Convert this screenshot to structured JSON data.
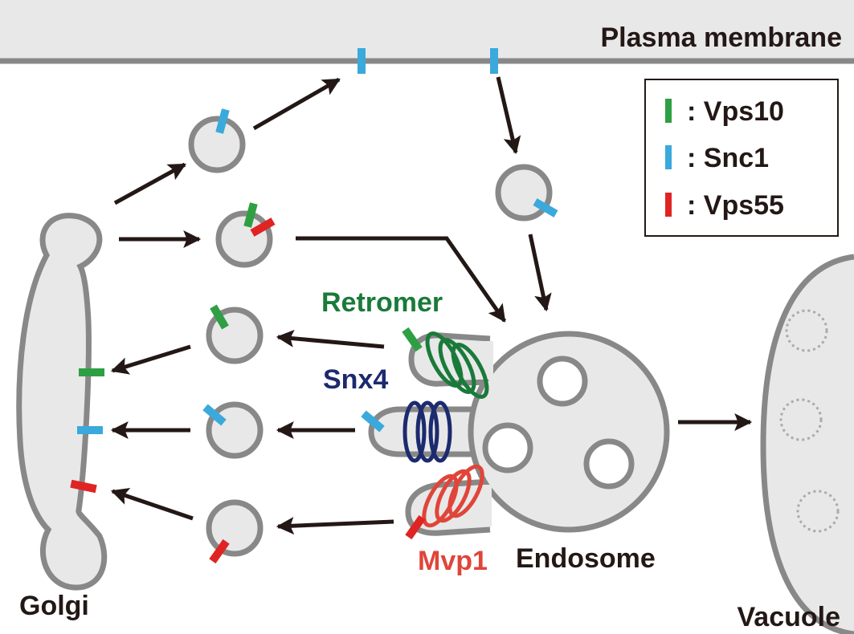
{
  "labels": {
    "plasma_membrane": "Plasma membrane",
    "golgi": "Golgi",
    "endosome": "Endosome",
    "vacuole": "Vacuole",
    "retromer": "Retromer",
    "snx4": "Snx4",
    "mvp1": "Mvp1"
  },
  "legend": [
    {
      "label": ": Vps10",
      "color": "#2ea043"
    },
    {
      "label": ": Snc1",
      "color": "#3aa9dc"
    },
    {
      "label": ": Vps55",
      "color": "#e02424"
    }
  ],
  "colors": {
    "membrane_fill": "#e8e8e8",
    "membrane_stroke": "#888888",
    "arrow": "#231815",
    "retromer": "#1a7a3a",
    "snx4": "#1c2a6e",
    "mvp1": "#e0453a",
    "vps10": "#2ea043",
    "snc1": "#3aa9dc",
    "vps55": "#e02424"
  }
}
